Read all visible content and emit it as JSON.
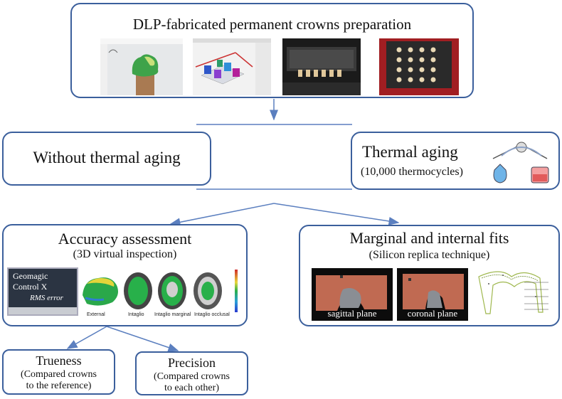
{
  "top": {
    "title": "DLP-fabricated permanent crowns preparation"
  },
  "without": {
    "title": "Without thermal aging"
  },
  "thermal": {
    "title": "Thermal aging",
    "subtitle": "(10,000 thermocycles)"
  },
  "accuracy": {
    "title": "Accuracy assessment",
    "subtitle": "(3D virtual inspection)",
    "monitor_line1": "Geomagic",
    "monitor_line2": "Control X",
    "monitor_line3": "RMS error",
    "labels": [
      "External",
      "Intaglio",
      "Intaglio marginal",
      "Intaglio occlusal"
    ]
  },
  "fits": {
    "title": "Marginal and internal fits",
    "subtitle": "(Silicon replica technique)",
    "photo1_label": "sagittal plane",
    "photo2_label": "coronal plane"
  },
  "trueness": {
    "title": "Trueness",
    "line1": "(Compared crowns",
    "line2": "to the reference)"
  },
  "precision": {
    "title": "Precision",
    "line1": "(Compared crowns",
    "line2": "to each other)"
  },
  "colors": {
    "border": "#3b5f9c",
    "arrow": "#5b7fbf"
  }
}
